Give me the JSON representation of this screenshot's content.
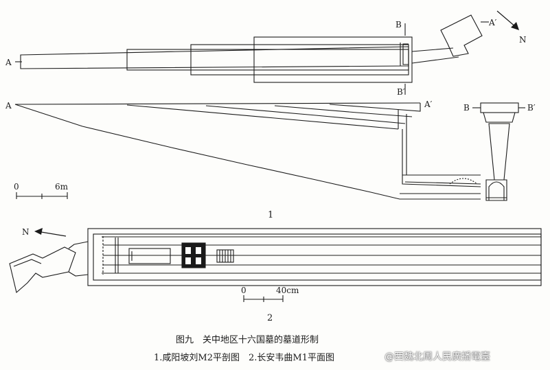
{
  "figure1": {
    "label_A": "A",
    "label_A_prime": "A′",
    "label_B": "B",
    "label_B_prime": "B′",
    "north": "N",
    "scale_zero": "0",
    "scale_value": "6m",
    "number": "1"
  },
  "figure2": {
    "north": "N",
    "scale_zero": "0",
    "scale_value": "40cm",
    "number": "2"
  },
  "caption": {
    "title": "图九　关中地区十六国墓的墓道形制",
    "subtitle": "1.咸阳坡刘M2平剖图　2.长安韦曲M1平面图"
  },
  "watermark": {
    "text": "@西魏北周人民廣播電臺"
  },
  "colors": {
    "ink": "#1a1a1a",
    "paper": "#fdfdfb"
  }
}
